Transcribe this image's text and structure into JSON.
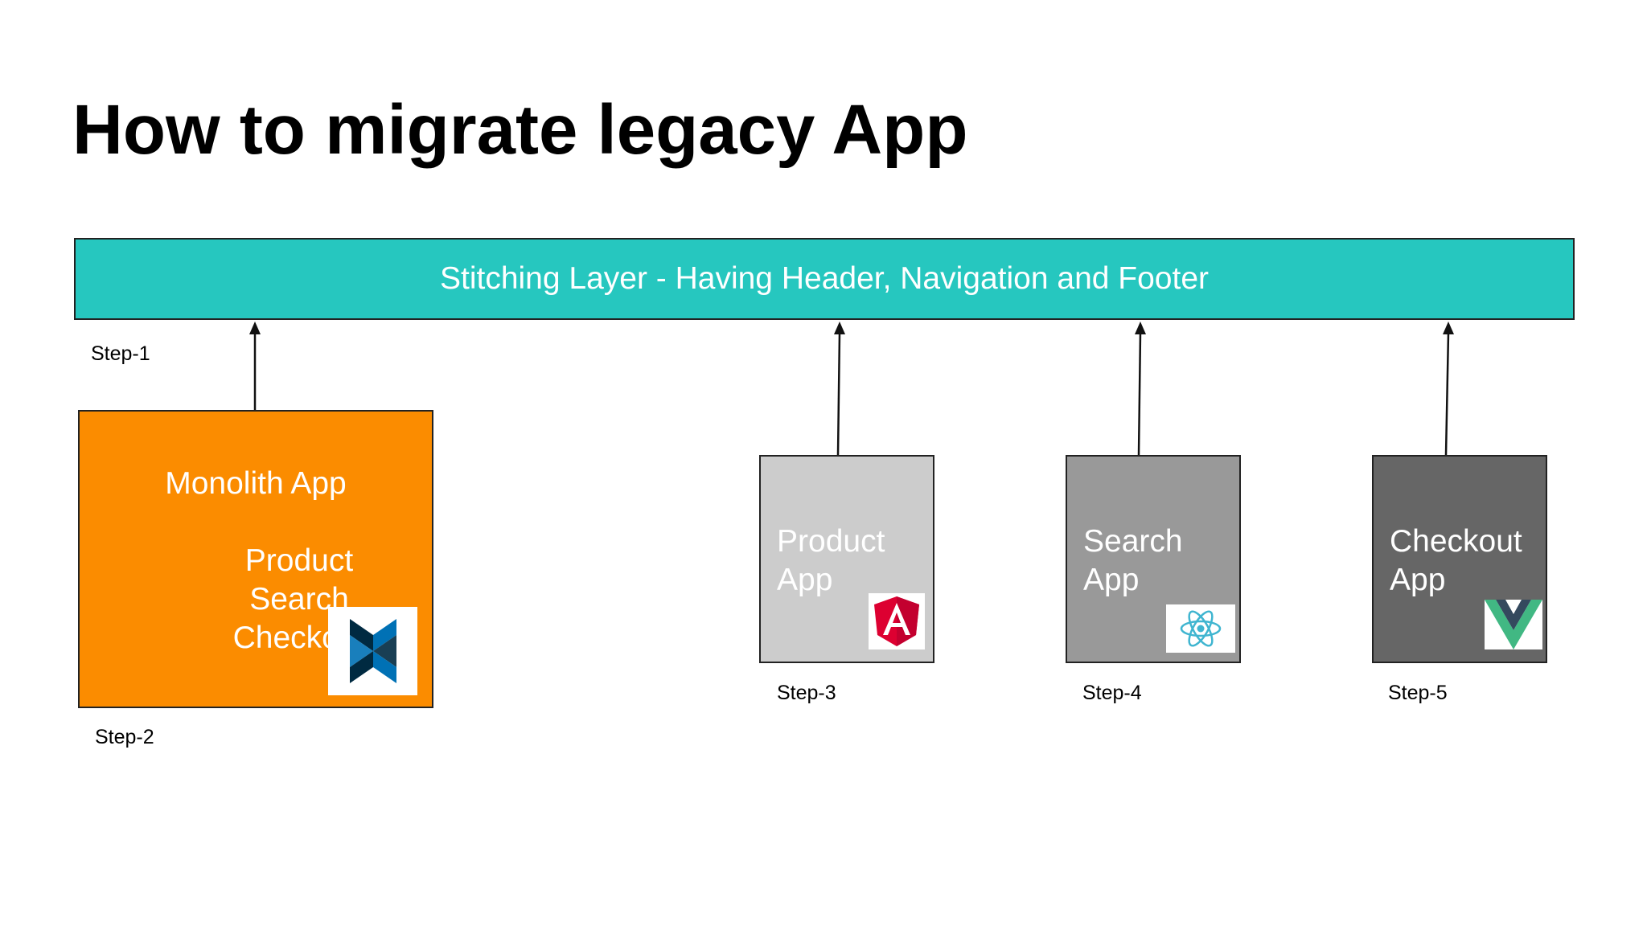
{
  "title": "How to migrate legacy App",
  "stitching_layer": "Stitching Layer - Having Header, Navigation and Footer",
  "steps": [
    "Step-1",
    "Step-2",
    "Step-3",
    "Step-4",
    "Step-5"
  ],
  "monolith": {
    "title": "Monolith App",
    "items": [
      "Product",
      "Search",
      "Checkout"
    ],
    "logo": "backbone-logo-icon"
  },
  "apps": [
    {
      "line1": "Product",
      "line2": "App",
      "logo": "angular-logo-icon",
      "color": "#cccccc"
    },
    {
      "line1": "Search",
      "line2": "App",
      "logo": "react-logo-icon",
      "color": "#999999"
    },
    {
      "line1": "Checkout",
      "line2": "App",
      "logo": "vue-logo-icon",
      "color": "#666666"
    }
  ],
  "colors": {
    "stitching_layer": "#26c7bf",
    "monolith": "#fb8c00",
    "angular": "#dd0031",
    "react": "#3fb5d0",
    "vue_green": "#41b883",
    "vue_dark": "#34495e",
    "backbone_dark": "#002a41",
    "backbone_blue": "#0071b5"
  }
}
